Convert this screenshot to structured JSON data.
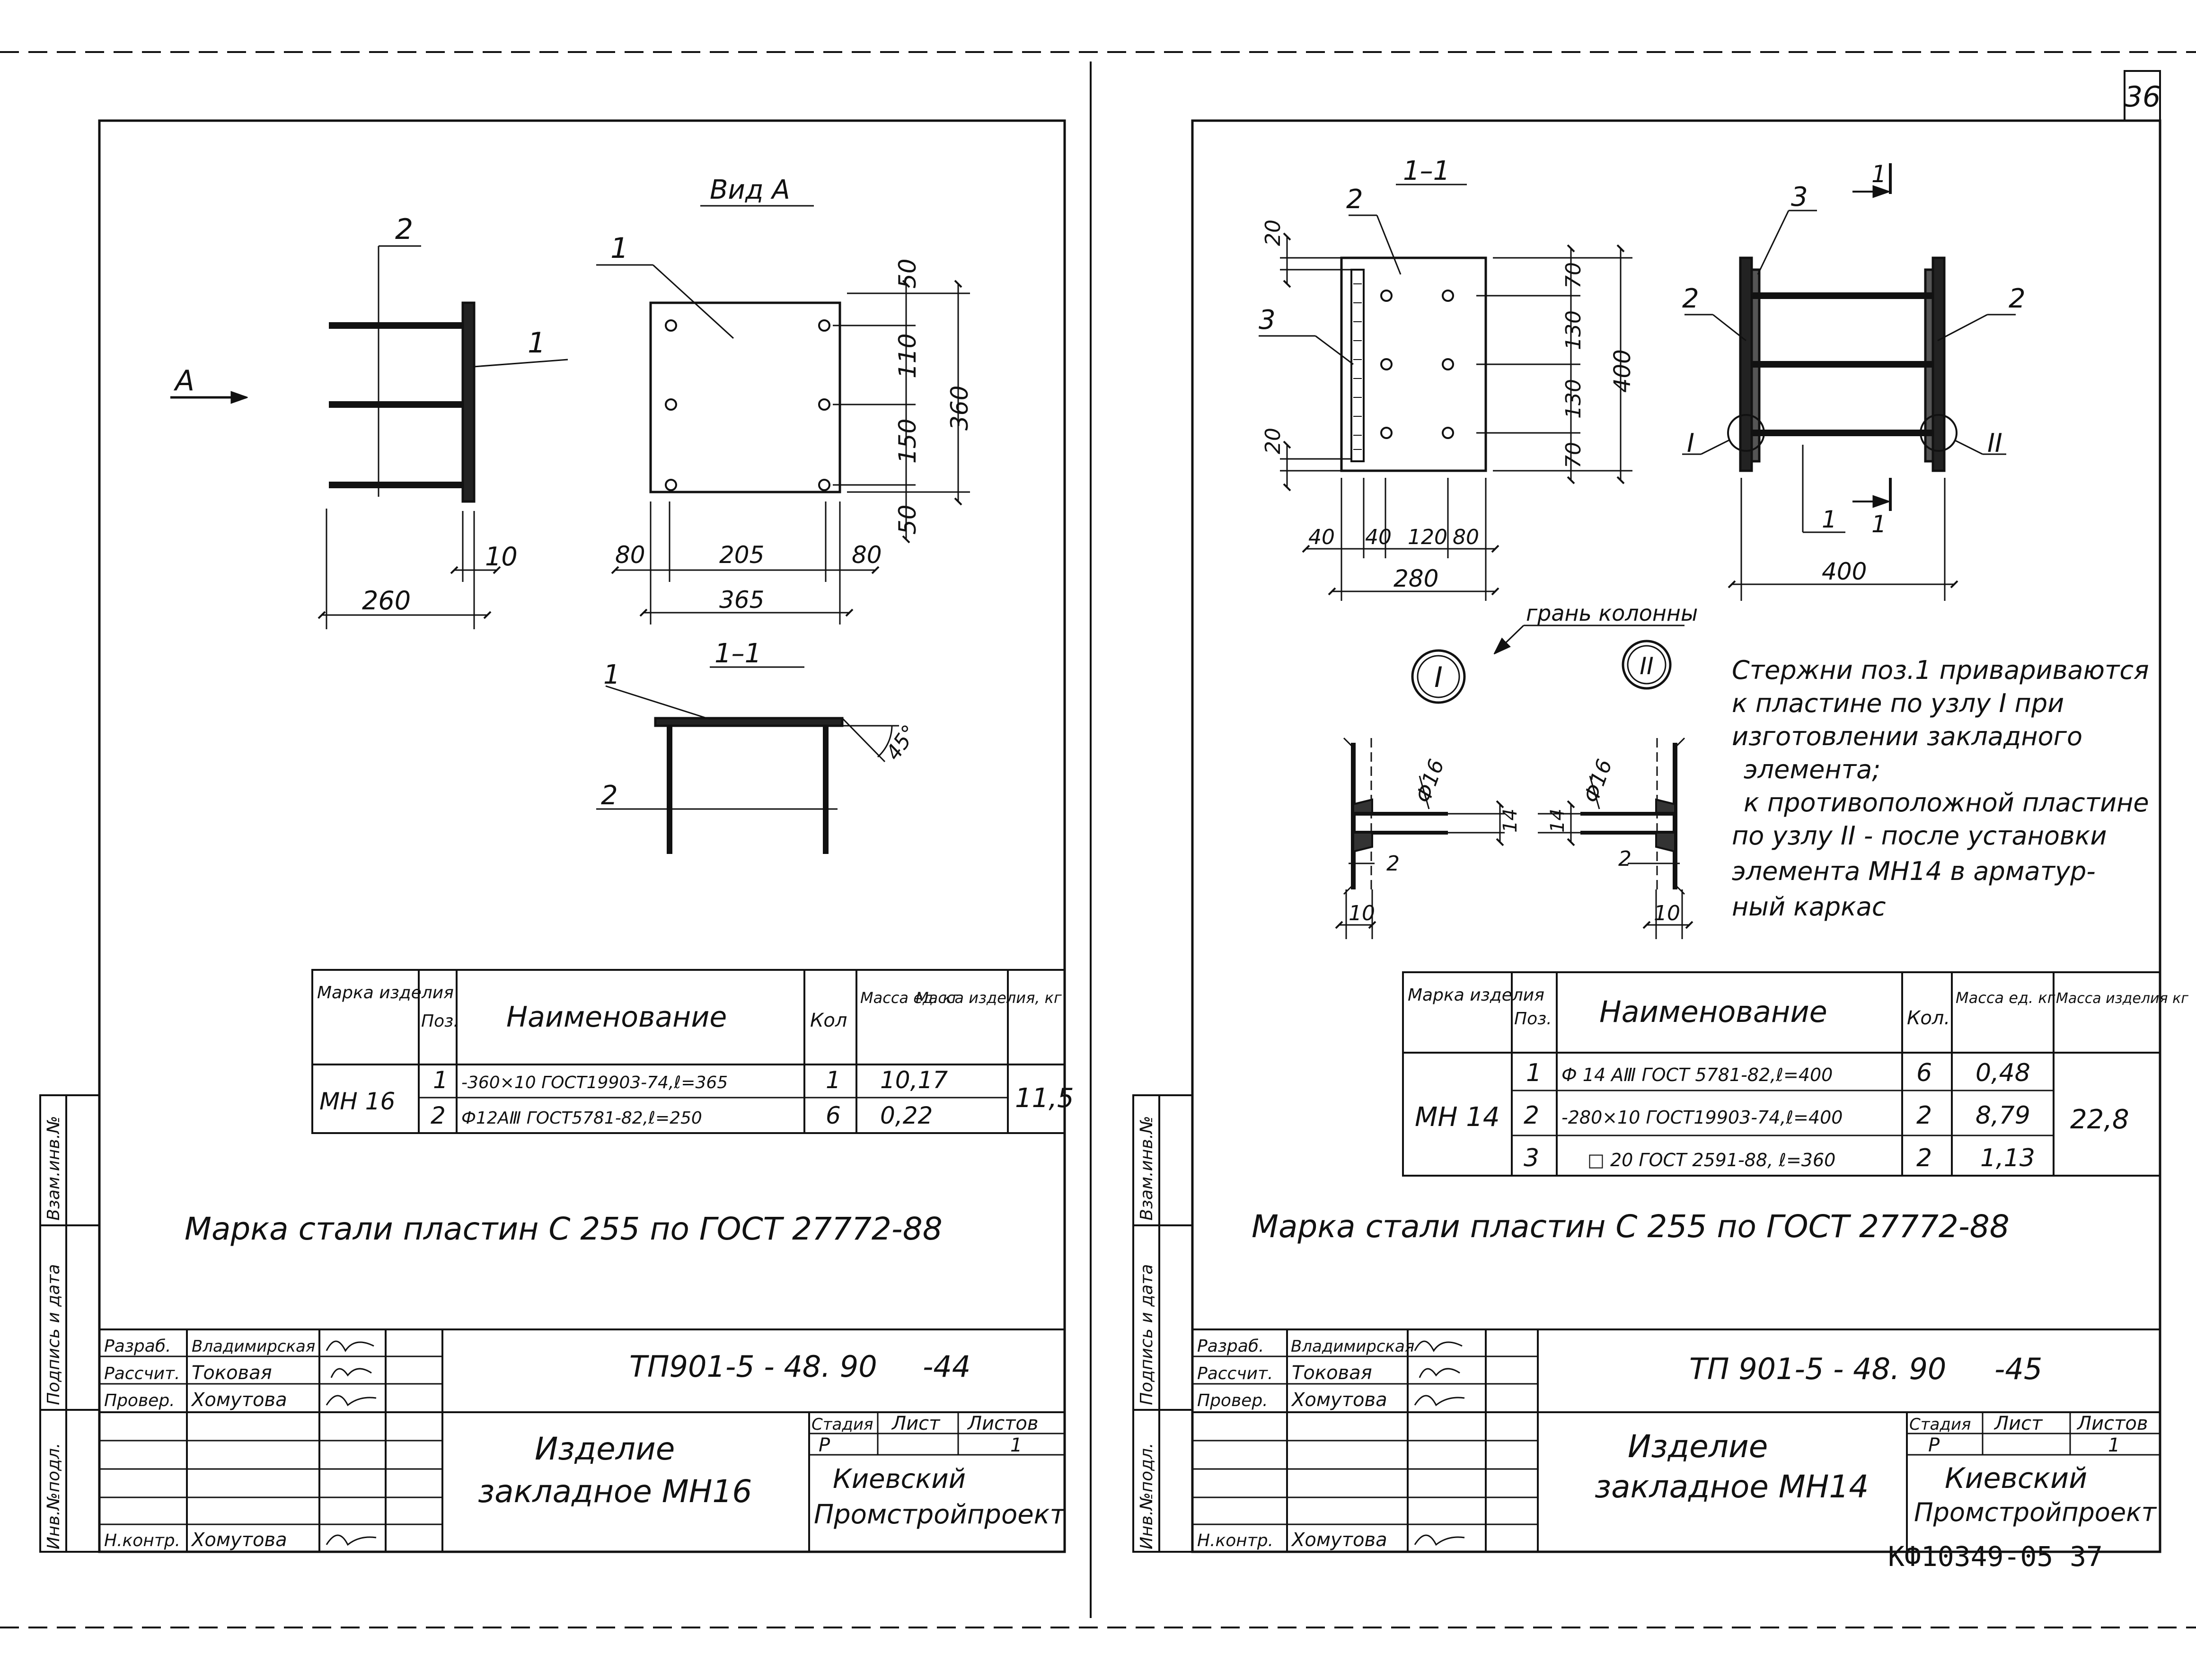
{
  "page_number": "36",
  "code_bottom": "КФ10349-05 37",
  "sidebar": {
    "vzam_inv": "Взам.инв.№",
    "podpis_data": "Подпись и дата",
    "inv_podl": "Инв.№подл."
  },
  "left": {
    "view_a_title": "Вид А",
    "arrow_a_label": "А",
    "section_title": "1–1",
    "callouts": {
      "side_pos2": "2",
      "side_pos1": "1",
      "plate_pos1": "1",
      "section_pos1": "1",
      "section_pos2": "2"
    },
    "dims": {
      "d260": "260",
      "d10": "10",
      "d50a": "50",
      "d110": "110",
      "d150": "150",
      "d50b": "50",
      "d360": "360",
      "d80a": "80",
      "d205": "205",
      "d80b": "80",
      "d365": "365",
      "angle": "45°"
    },
    "spec_table": {
      "headers": [
        "Марка изделия",
        "Поз.",
        "Наименование",
        "Кол",
        "Масса ед. кг",
        "Масса изделия, кг"
      ],
      "mark": "МН 16",
      "rows": [
        {
          "pos": "1",
          "name": "-360×10 ГОСТ19903-74,ℓ=365",
          "qty": "1",
          "mass": "10,17"
        },
        {
          "pos": "2",
          "name": "Ф12АⅢ ГОСТ5781-82,ℓ=250",
          "qty": "6",
          "mass": "0,22"
        }
      ],
      "total": "11,5"
    },
    "steel_note": "Марка стали пластин С 255 по ГОСТ 27772-88",
    "title_block": {
      "doc_code": "ТП901-5 - 48. 90",
      "sheet_suffix": "-44",
      "roles": [
        "Разраб.",
        "Рассчит.",
        "Провер.",
        "Н.контр."
      ],
      "names": [
        "Владимирская",
        "Токовая",
        "Хомутова",
        "Хомутова"
      ],
      "item_title_1": "Изделие",
      "item_title_2": "закладное МН16",
      "stage_header": "Стадия",
      "list_header": "Лист",
      "lists_header": "Листов",
      "stage": "Р",
      "lists_count": "1",
      "org_1": "Киевский",
      "org_2": "Промстройпроект"
    }
  },
  "right": {
    "section_title": "1–1",
    "section_mark": "1",
    "callouts": {
      "plate_pos2": "2",
      "plate_pos3": "3",
      "side_pos3": "3",
      "side_pos2a": "2",
      "side_pos2b": "2",
      "node1": "I",
      "node2": "II"
    },
    "dims": {
      "d20a": "20",
      "d20b": "20",
      "d70a": "70",
      "d130a": "130",
      "d130b": "130",
      "d70b": "70",
      "d400v": "400",
      "d40a": "40",
      "d40b": "40",
      "d120": "120",
      "d80": "80",
      "d280": "280",
      "d400h": "400",
      "phi16a": "Ф16",
      "d14a": "14",
      "d2a": "2",
      "d10a": "10",
      "phi16b": "Ф16",
      "d14b": "14",
      "d2b": "2",
      "d10b": "10"
    },
    "column_face_label": "грань колонны",
    "note_lines": [
      "Стержни поз.1 привариваются",
      "к пластине по узлу I при",
      "изготовлении закладного",
      "элемента;",
      "к противоположной пластине",
      "по узлу II - после установки",
      "элемента МН14 в арматур-",
      "ный каркас"
    ],
    "spec_table": {
      "headers": [
        "Марка изделия",
        "Поз.",
        "Наименование",
        "Кол.",
        "Масса ед. кг",
        "Масса изделия кг"
      ],
      "mark": "МН 14",
      "rows": [
        {
          "pos": "1",
          "name": "Ф 14 АⅢ ГОСТ 5781-82,ℓ=400",
          "qty": "6",
          "mass": "0,48"
        },
        {
          "pos": "2",
          "name": "-280×10 ГОСТ19903-74,ℓ=400",
          "qty": "2",
          "mass": "8,79"
        },
        {
          "pos": "3",
          "name": "□ 20 ГОСТ 2591-88, ℓ=360",
          "qty": "2",
          "mass": "1,13"
        }
      ],
      "total": "22,8"
    },
    "steel_note": "Марка стали пластин С 255 по ГОСТ 27772-88",
    "title_block": {
      "doc_code": "ТП 901-5 - 48. 90",
      "sheet_suffix": "-45",
      "roles": [
        "Разраб.",
        "Рассчит.",
        "Провер.",
        "Н.контр."
      ],
      "names": [
        "Владимирская",
        "Токовая",
        "Хомутова",
        "Хомутова"
      ],
      "item_title_1": "Изделие",
      "item_title_2": "закладное МН14",
      "stage_header": "Стадия",
      "list_header": "Лист",
      "lists_header": "Листов",
      "stage": "Р",
      "lists_count": "1",
      "org_1": "Киевский",
      "org_2": "Промстройпроект"
    }
  }
}
